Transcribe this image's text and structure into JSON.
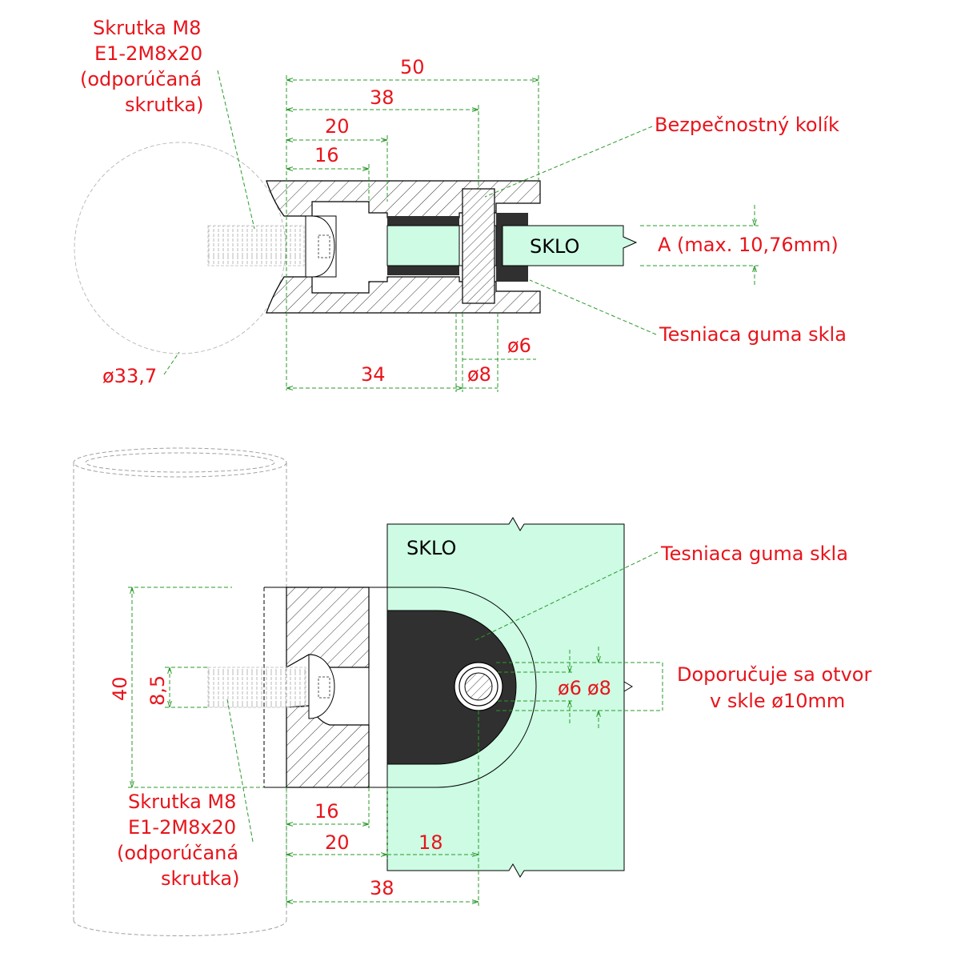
{
  "screw_label": {
    "line1": "Skrutka M8",
    "line2": "E1-2M8x20",
    "line3": "(odporúčaná",
    "line4": "skrutka)"
  },
  "pin_label": "Bezpečnostný kolík",
  "glass_label": "SKLO",
  "glass_thickness_label": "A (max. 10,76mm)",
  "gasket_label": "Tesniaca guma skla",
  "tube_diameter": "ø33,7",
  "hole_recommendation": {
    "line1": "Doporučuje sa otvor",
    "line2": "v skle ø10mm"
  },
  "top_view_dims": {
    "d50": "50",
    "d38": "38",
    "d20": "20",
    "d16": "16",
    "d34": "34",
    "d_phi8": "ø8",
    "d_phi6": "ø6"
  },
  "bottom_view_dims": {
    "d40": "40",
    "d8_5": "8,5",
    "d16": "16",
    "d20": "20",
    "d18": "18",
    "d38": "38",
    "d_phi6": "ø6",
    "d_phi8": "ø8"
  },
  "colors": {
    "label": "#e8141b",
    "dimension": "#2a9a2a",
    "glass": "#cdfbe4",
    "gasket": "#303030",
    "outline": "#000000"
  }
}
